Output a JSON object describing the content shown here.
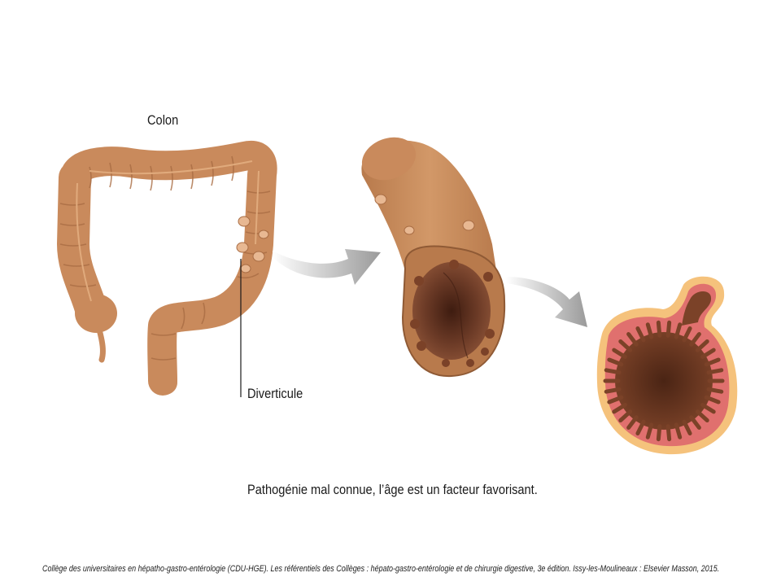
{
  "labels": {
    "colon": "Colon",
    "diverticule": "Diverticule"
  },
  "caption": "Pathogénie mal connue, l’âge est un facteur favorisant.",
  "source": "Collège des universitaires en hépatho-gastro-entérologie (CDU-HGE). Les référentiels des Collèges : hépato-gastro-entérologie et de chirurgie digestive, 3e édition. Issy-les-Moulineaux : Elsevier Masson, 2015.",
  "colors": {
    "colon": "#c98a5c",
    "colon_dark": "#a96d44",
    "lumen": "#5a2f1e",
    "mucosa": "#e0706e",
    "serosa": "#f5c27c",
    "arrow": "#b8b8b8"
  }
}
